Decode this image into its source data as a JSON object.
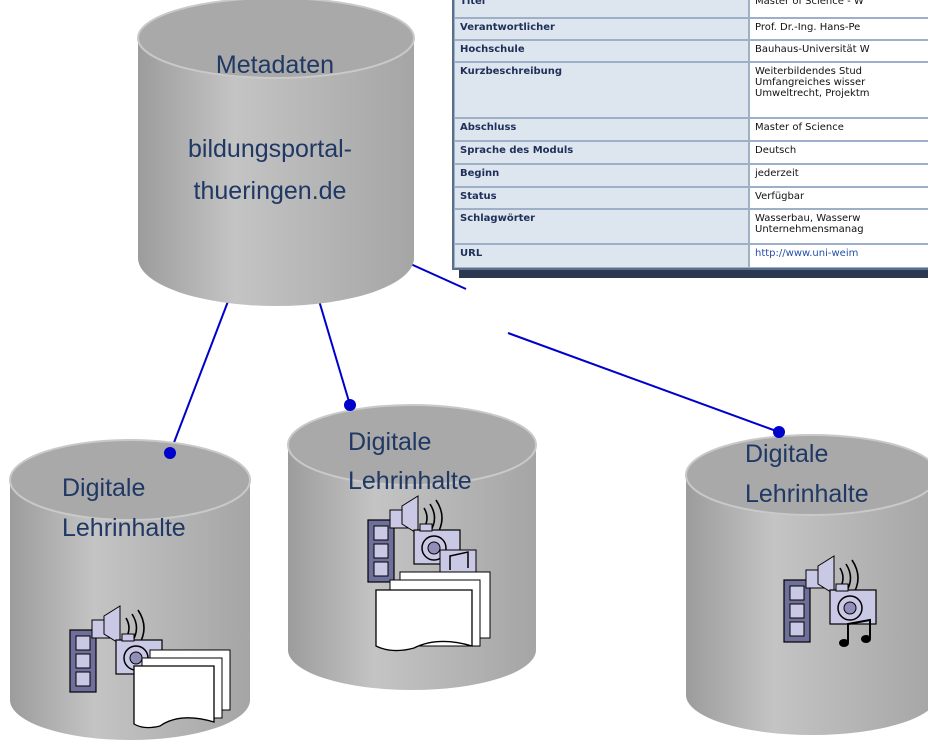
{
  "metadata_db": {
    "label": "Metadaten",
    "url_line1": "bildungsportal-",
    "url_line2": "thueringen.de"
  },
  "content_dbs": [
    {
      "line1": "Digitale",
      "line2": "Lehrinhalte"
    },
    {
      "line1": "Digitale",
      "line2": "Lehrinhalte"
    },
    {
      "line1": "Digitale",
      "line2": "Lehrinhalte"
    }
  ],
  "table": {
    "rows": [
      {
        "key": "Titel",
        "value": [
          "Master of Science - W"
        ]
      },
      {
        "key": "Verantwortlicher",
        "value": [
          "Prof. Dr.-Ing. Hans-Pe"
        ]
      },
      {
        "key": "Hochschule",
        "value": [
          "Bauhaus-Universität W"
        ]
      },
      {
        "key": "Kurzbeschreibung",
        "value": [
          "Weiterbildendes Stud",
          "Umfangreiches wisser",
          "Umweltrecht, Projektm"
        ]
      },
      {
        "key": "Abschluss",
        "value": [
          "Master of Science"
        ]
      },
      {
        "key": "Sprache des Moduls",
        "value": [
          "Deutsch"
        ]
      },
      {
        "key": "Beginn",
        "value": [
          "jederzeit"
        ]
      },
      {
        "key": "Status",
        "value": [
          "Verfügbar"
        ]
      },
      {
        "key": "Schlagwörter",
        "value": [
          "Wasserbau, Wasserw",
          "Unternehmensmanag"
        ]
      },
      {
        "key": "URL",
        "value": [
          "http://www.uni-weim"
        ]
      }
    ]
  },
  "colors": {
    "cylinder_body": "#b9b9b9",
    "cylinder_top": "#a8a8a8",
    "connector": "#0000cc",
    "text": "#1f3864"
  }
}
